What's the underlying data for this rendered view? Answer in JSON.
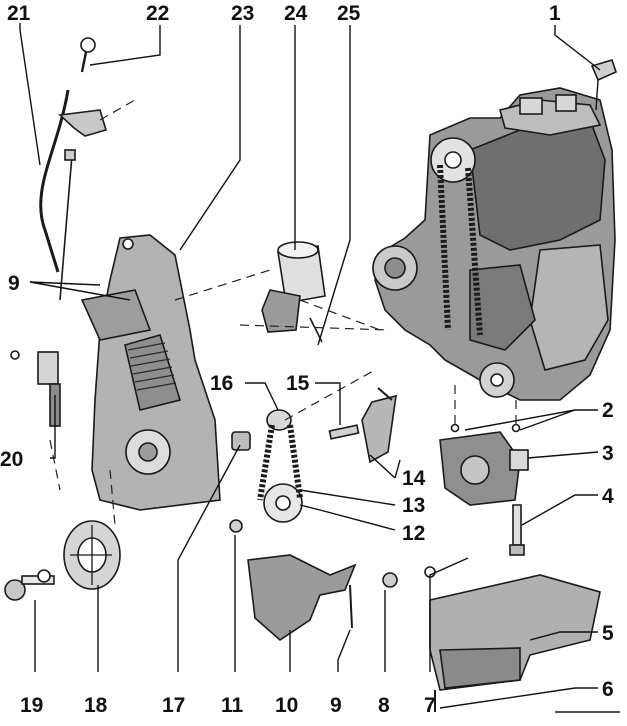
{
  "callouts": {
    "c1": "1",
    "c2": "2",
    "c3": "3",
    "c4": "4",
    "c5": "5",
    "c6": "6",
    "c7": "7",
    "c8": "8",
    "c9a": "9",
    "c9b": "9",
    "c10": "10",
    "c11": "11",
    "c12": "12",
    "c13": "13",
    "c14": "14",
    "c15": "15",
    "c16": "16",
    "c17": "17",
    "c18": "18",
    "c19": "19",
    "c20": "20",
    "c21": "21",
    "c22": "22",
    "c23": "23",
    "c24": "24",
    "c25": "25"
  },
  "colors": {
    "ink": "#111111",
    "shade": "#8a8a8a",
    "light": "#cfcfcf",
    "background": "#ffffff"
  }
}
